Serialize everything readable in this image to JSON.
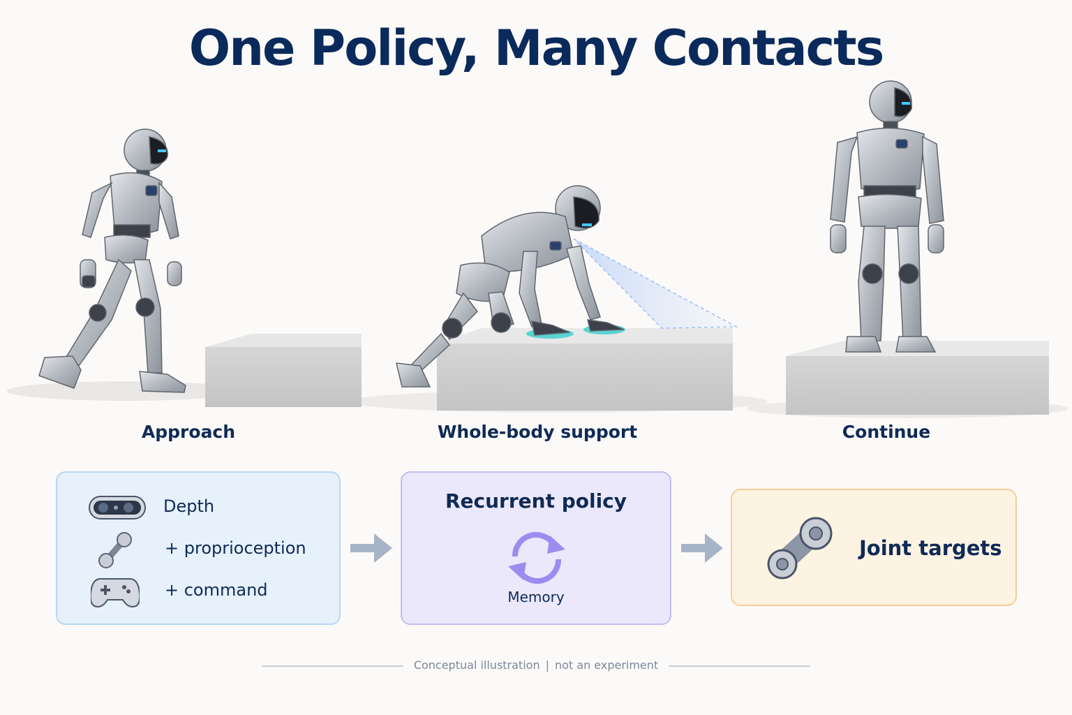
{
  "title": "One Policy, Many Contacts",
  "stages": [
    {
      "label": "Approach"
    },
    {
      "label": "Whole-body support"
    },
    {
      "label": "Continue"
    }
  ],
  "inputs": {
    "depth_label": "Depth",
    "proprio_label": "+ proprioception",
    "command_label": "+ command"
  },
  "policy": {
    "title": "Recurrent policy",
    "memory_label": "Memory"
  },
  "output": {
    "label": "Joint targets"
  },
  "footer": {
    "left": "Conceptual illustration",
    "separator": "|",
    "right": "not an experiment"
  },
  "colors": {
    "title": "#0b2a5c",
    "inputs_box": "#e6f1fc",
    "policy_box": "#ebe8fb",
    "output_box": "#fdf3e3",
    "arrow": "#a7b3c8",
    "contact": "#3ed0cf",
    "robot_body": "#b8bcc3"
  },
  "icons": [
    "depth-camera-icon",
    "joint-link-icon",
    "gamepad-icon",
    "cycle-arrows-icon",
    "joint-gear-icon"
  ]
}
